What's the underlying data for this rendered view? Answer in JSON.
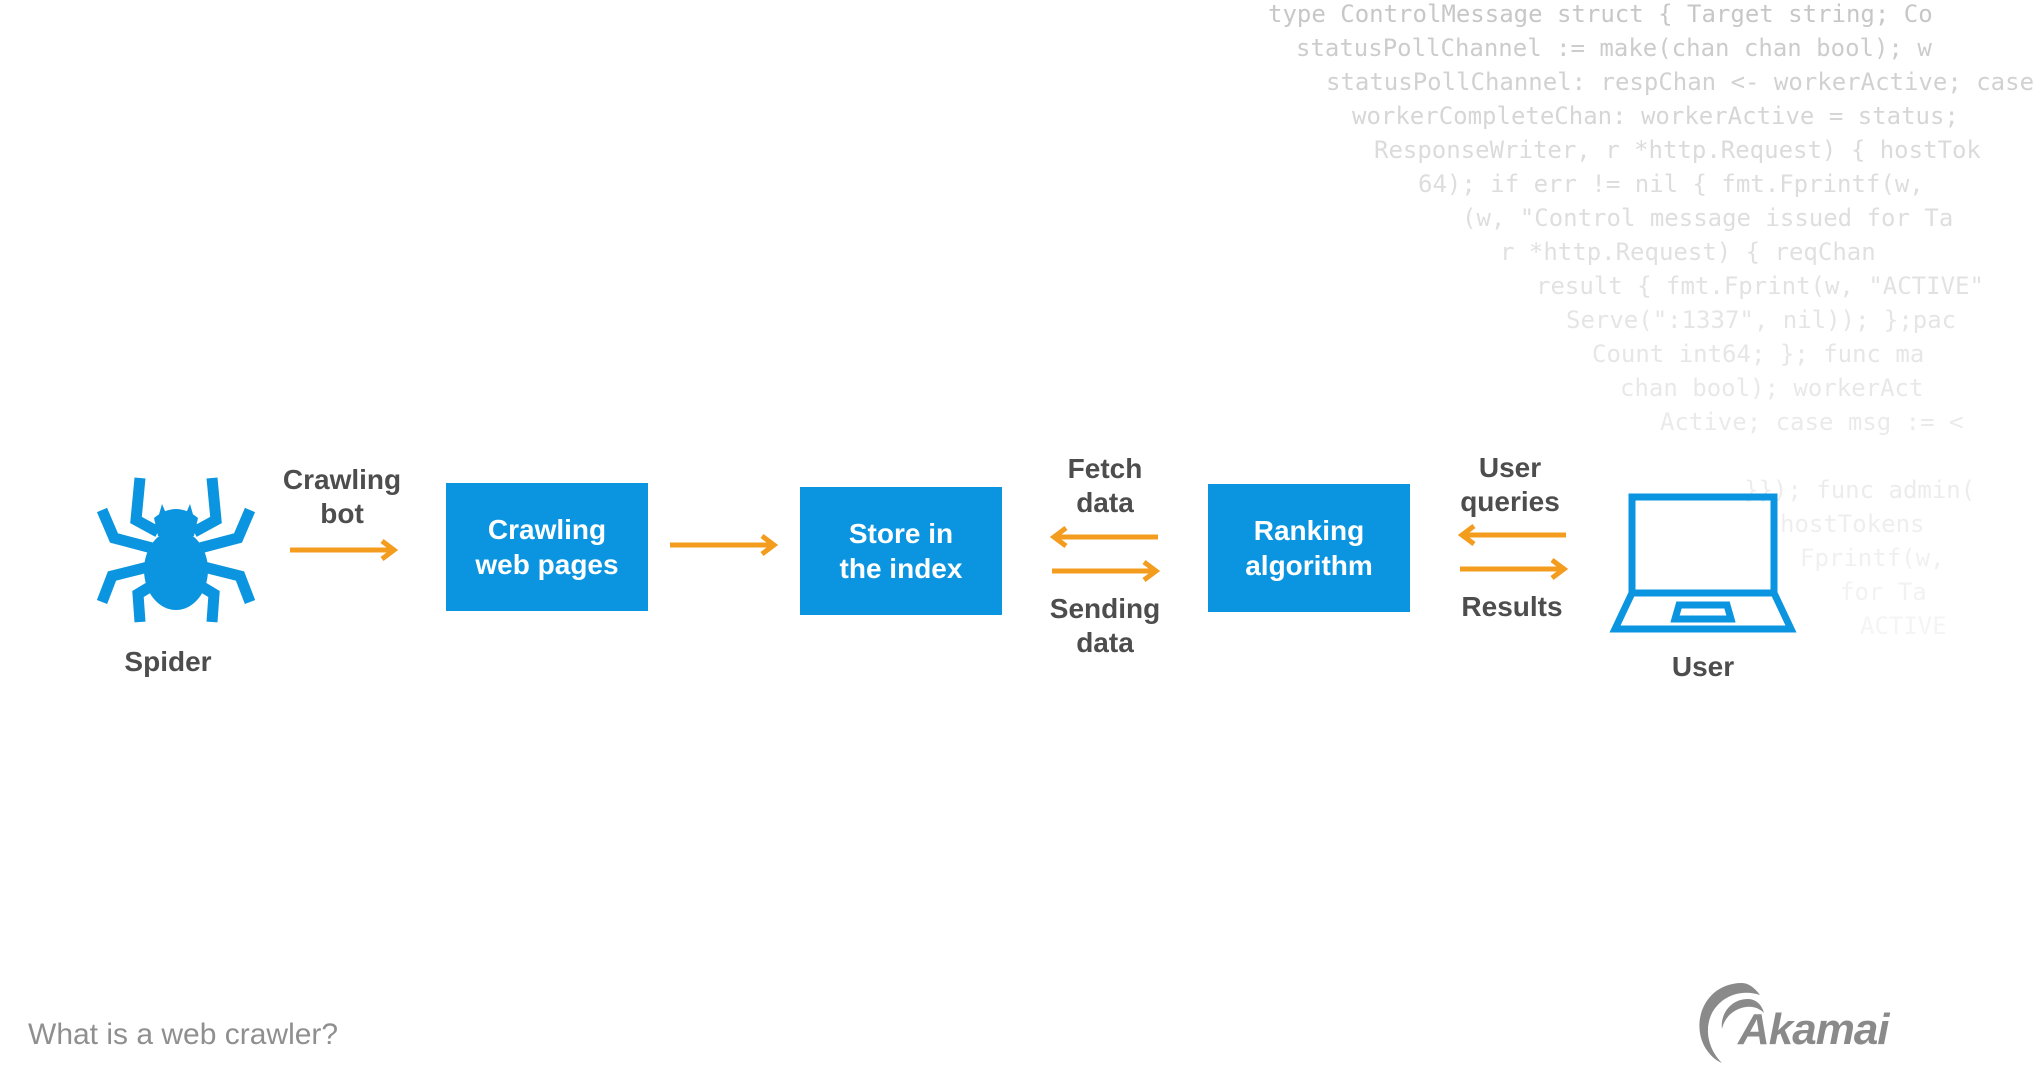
{
  "background_code": [
    "type ControlMessage struct { Target string; Co",
    "statusPollChannel := make(chan chan bool); w",
    "statusPollChannel: respChan <- workerActive; case",
    "workerCompleteChan: workerActive = status;",
    "ResponseWriter, r *http.Request) { hostTok",
    "64); if err != nil { fmt.Fprintf(w,",
    "(w, \"Control message issued for Ta",
    "r *http.Request) { reqChan",
    "result { fmt.Fprint(w, \"ACTIVE\"",
    "Serve(\":1337\", nil)); };pac",
    "Count int64; }; func ma",
    "chan bool); workerAct",
    "Active; case msg := <",
    "}}); func admin(",
    "hostTokens",
    "Fprintf(w,",
    "for Ta",
    "ACTIVE"
  ],
  "nodes": {
    "spider": {
      "label": "Spider",
      "icon": "spider-icon"
    },
    "crawling_pages": {
      "label": "Crawling web pages"
    },
    "store_index": {
      "label": "Store in the index"
    },
    "ranking": {
      "label": "Ranking algorithm"
    },
    "user": {
      "label": "User",
      "icon": "laptop-icon"
    }
  },
  "edge_labels": {
    "crawling_bot": "Crawling bot",
    "fetch_data": "Fetch data",
    "sending_data": "Sending data",
    "user_queries": "User queries",
    "results": "Results"
  },
  "footer": {
    "caption": "What is a web crawler?",
    "logo": "Akamai"
  },
  "colors": {
    "box": "#0b95e0",
    "arrow": "#f39c1e",
    "label": "#4d4d4d",
    "icon": "#0b95e0"
  }
}
